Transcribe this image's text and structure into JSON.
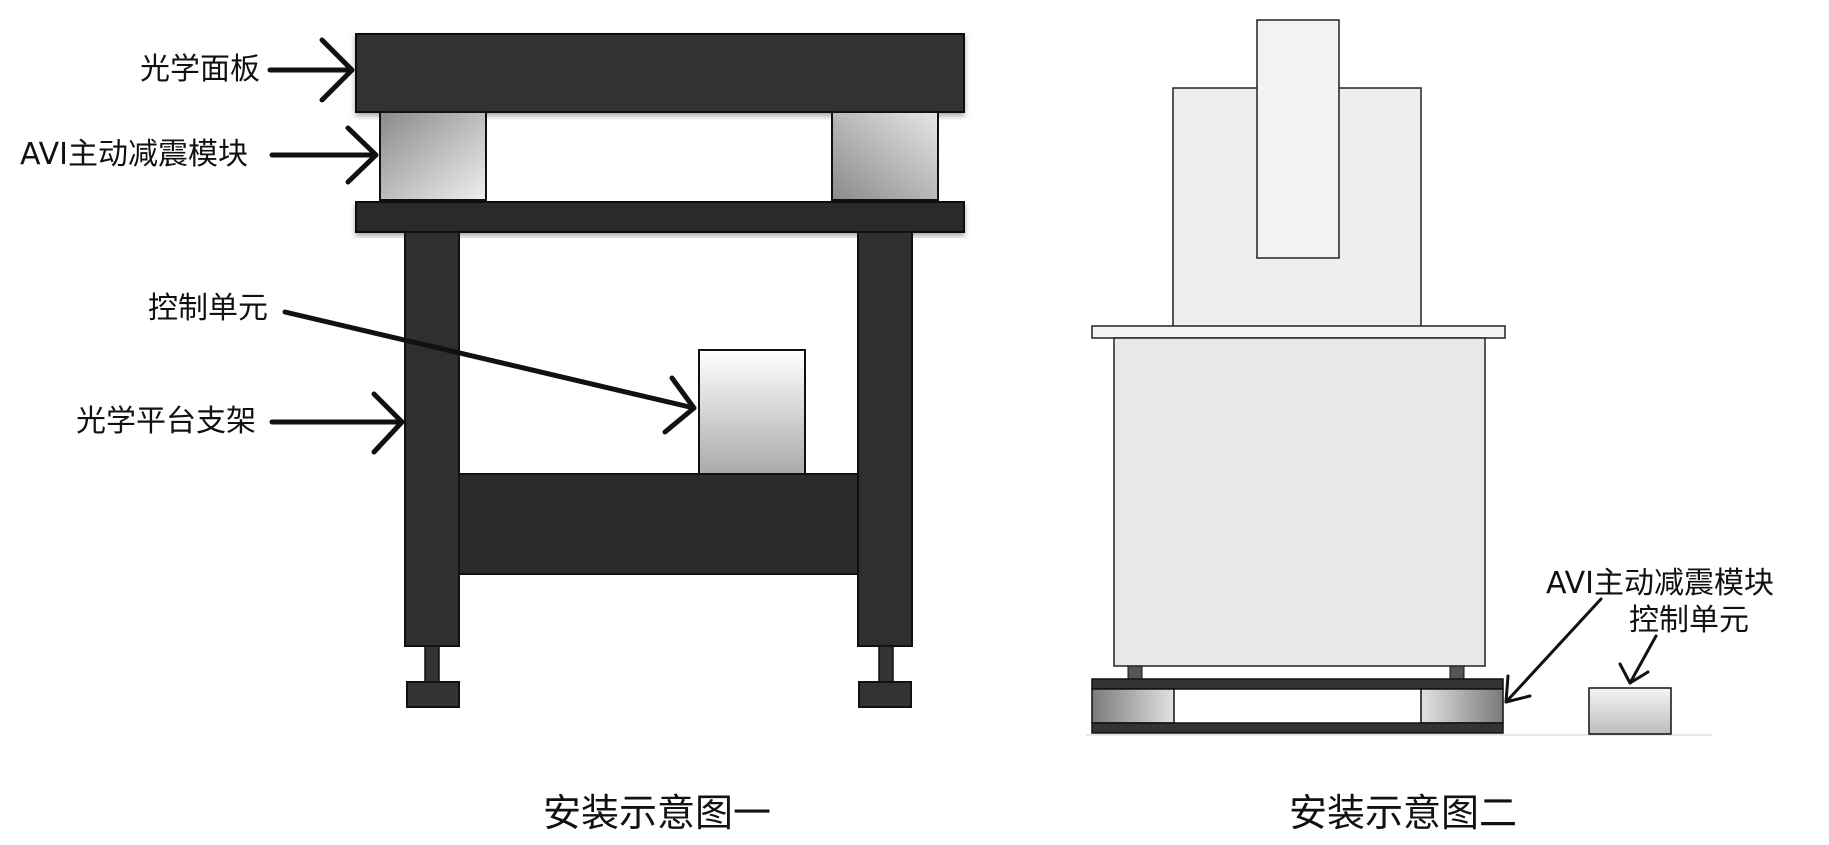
{
  "figure1": {
    "labels": {
      "optical_panel": "光学面板",
      "avi_module": "AVI主动减震模块",
      "control_unit": "控制单元",
      "platform_frame": "光学平台支架"
    },
    "caption": "安装示意图一"
  },
  "figure2": {
    "labels": {
      "avi_module": "AVI主动减震模块",
      "control_unit": "控制单元"
    },
    "caption": "安装示意图二"
  },
  "colors": {
    "dark_frame": "#2b2b2b",
    "panel": "#333333",
    "module_gradient_dark": "#7a7a7a",
    "module_gradient_light": "#f2f2f2",
    "cabinet": "#e8e8e8",
    "outline": "#111111"
  }
}
